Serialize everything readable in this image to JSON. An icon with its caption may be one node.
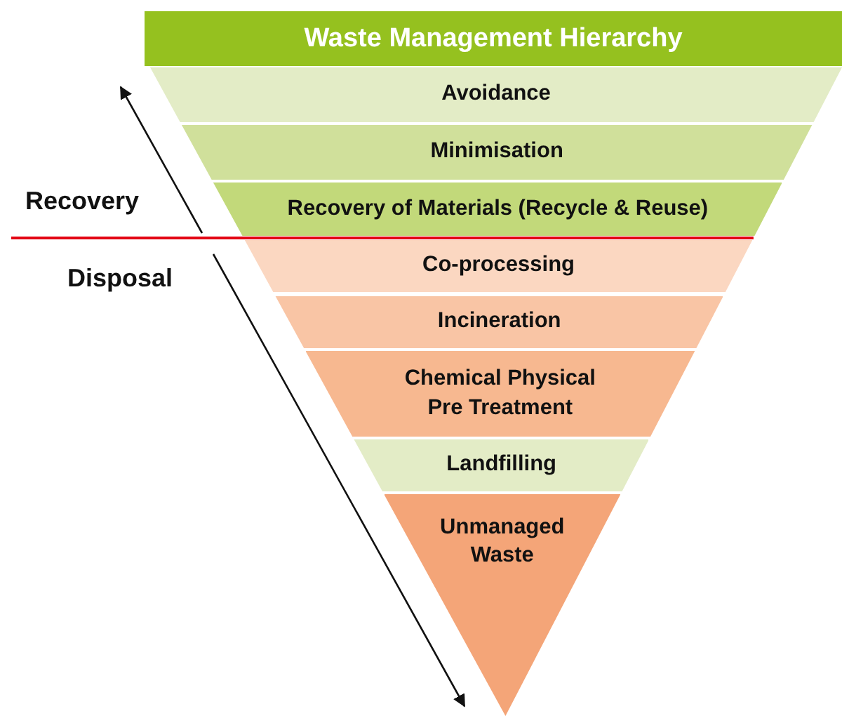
{
  "diagram": {
    "title": "Waste Management Hierarchy",
    "nodes": [
      {
        "text": [
          "Avoidance"
        ]
      },
      {
        "text": [
          "Minimisation"
        ]
      },
      {
        "text": [
          "Recovery of Materials (Recycle & Reuse)"
        ]
      },
      {
        "text": [
          "Co-processing"
        ]
      },
      {
        "text": [
          "Incineration"
        ]
      },
      {
        "text": [
          "Chemical Physical Pre Treatment"
        ]
      },
      {
        "text": [
          "Landfilling"
        ]
      },
      {
        "text": [
          "Unmanaged Waste"
        ]
      }
    ],
    "labels": [
      "Recovery",
      "Disposal"
    ]
  }
}
